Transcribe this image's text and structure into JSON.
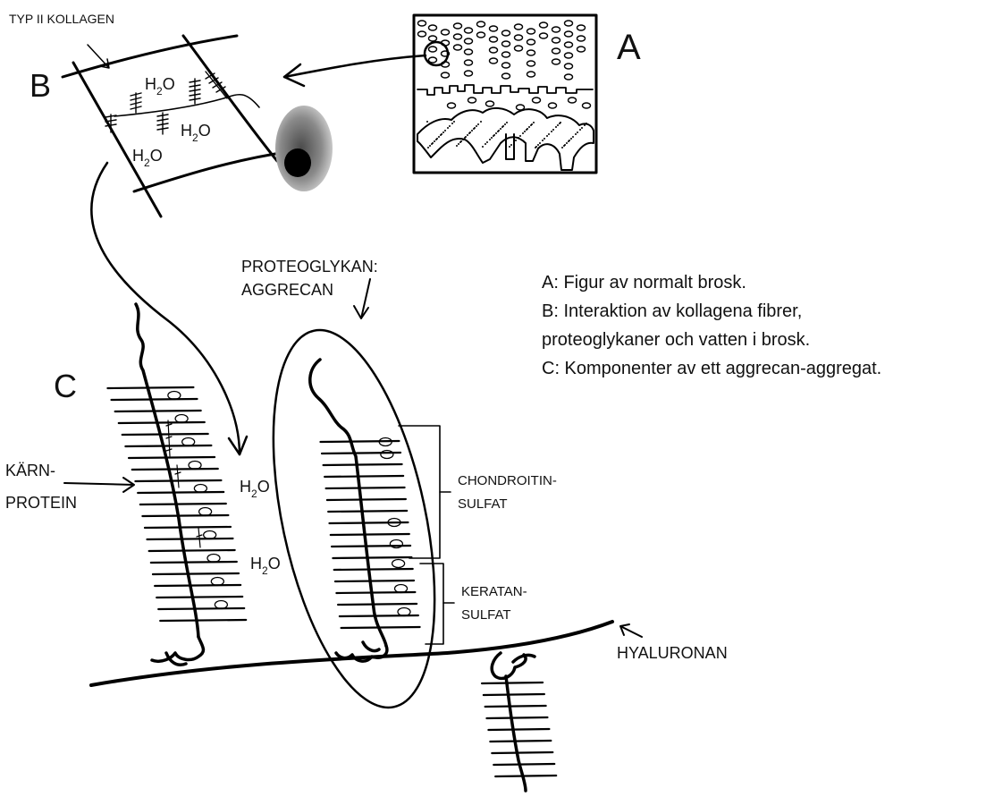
{
  "panel_letters": {
    "a": "A",
    "b": "B",
    "c": "C"
  },
  "labels": {
    "typ_ii_kollagen": "TYP II KOLLAGEN",
    "proteoglykan_1": "PROTEOGLYKAN:",
    "proteoglykan_2": "AGGRECAN",
    "karn_1": "KÄRN-",
    "karn_2": "PROTEIN",
    "chondroitin_1": "CHONDROITIN-",
    "chondroitin_2": "SULFAT",
    "keratan_1": "KERATAN-",
    "keratan_2": "SULFAT",
    "hyaluronan": "HYALURONAN",
    "water_H": "H",
    "water_sub": "2",
    "water_O": "O"
  },
  "legend": {
    "line_a": "A: Figur av normalt brosk.",
    "line_b1": "B: Interaktion av kollagena fibrer,",
    "line_b2": "proteoglykaner och vatten i brosk.",
    "line_c": "C: Komponenter av ett aggrecan-aggregat."
  },
  "colors": {
    "ink": "#000000",
    "cell_gray": "#8a8a8a",
    "background": "#ffffff"
  }
}
